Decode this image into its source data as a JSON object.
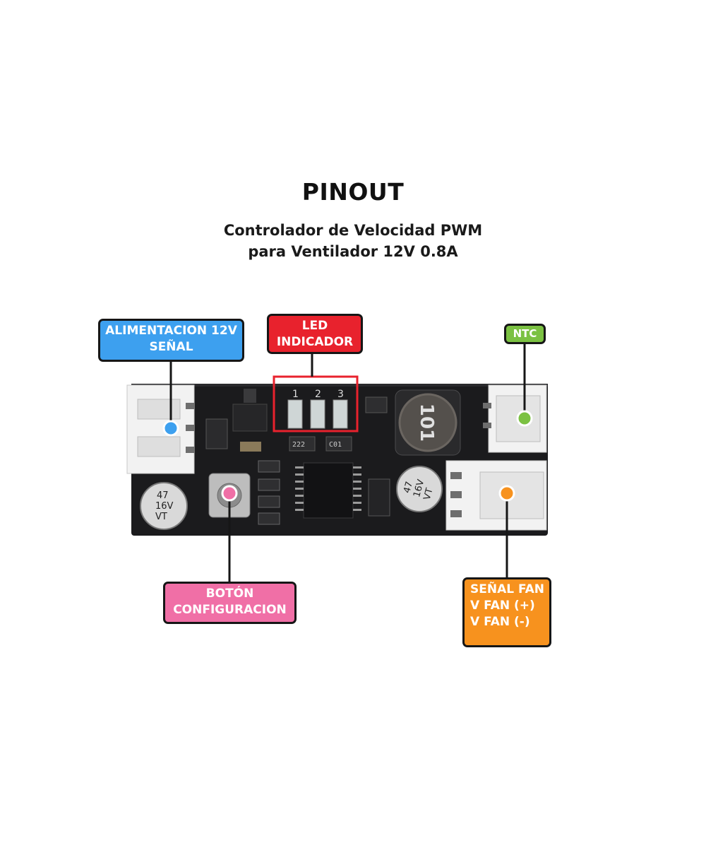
{
  "title": "PINOUT",
  "subtitle_line1": "Controlador de Velocidad PWM",
  "subtitle_line2": "para Ventilador 12V 0.8A",
  "colors": {
    "power": "#3da0ef",
    "led": "#e8222d",
    "ntc": "#7bc142",
    "button": "#f06fa6",
    "fan": "#f7921e",
    "board": "#1b1b1d"
  },
  "labels": {
    "power": {
      "line1": "ALIMENTACION 12V",
      "line2": "SEÑAL"
    },
    "led": {
      "line1": "LED",
      "line2": "INDICADOR"
    },
    "ntc": {
      "line1": "NTC"
    },
    "button": {
      "line1": "BOTÓN",
      "line2": "CONFIGURACION"
    },
    "fan": {
      "line1": "SEÑAL FAN",
      "line2": "V  FAN (+)",
      "line3": "V  FAN (-)"
    }
  },
  "board_markings": {
    "led_numbers": [
      "1",
      "2",
      "3"
    ],
    "inductor_code": "101",
    "cap_left": {
      "line1": "47",
      "line2": "16V",
      "line3": "VT"
    },
    "cap_right": {
      "line1": "47",
      "line2": "16V",
      "line3": "VT"
    },
    "silk_a": "222",
    "silk_b": "C01"
  },
  "icons": [
    "connector-icon",
    "led-icon",
    "inductor-icon",
    "capacitor-icon",
    "push-button-icon",
    "chip-icon"
  ]
}
